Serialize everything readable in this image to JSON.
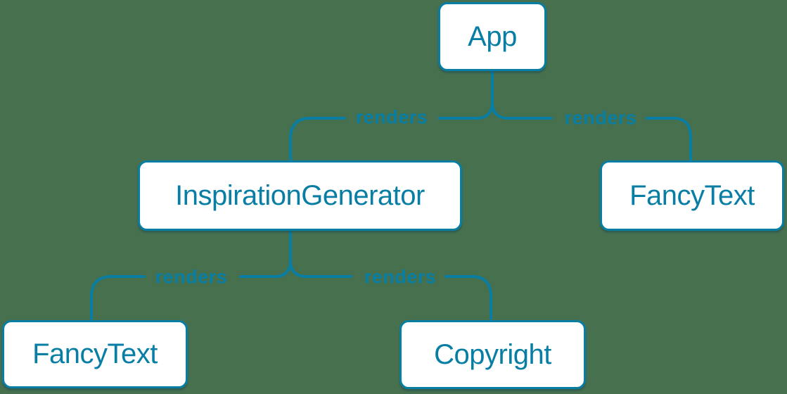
{
  "colors": {
    "background": "#47704e",
    "accent": "#087ea4",
    "node_fill": "#ffffff"
  },
  "diagram": {
    "title": "component-render-tree",
    "nodes": [
      {
        "id": "app",
        "label": "App"
      },
      {
        "id": "inspiration-generator",
        "label": "InspirationGenerator"
      },
      {
        "id": "fancy-text-right",
        "label": "FancyText"
      },
      {
        "id": "fancy-text-left",
        "label": "FancyText"
      },
      {
        "id": "copyright",
        "label": "Copyright"
      }
    ],
    "edges": [
      {
        "from": "App",
        "to": "InspirationGenerator",
        "label": "renders"
      },
      {
        "from": "App",
        "to": "FancyText",
        "label": "renders"
      },
      {
        "from": "InspirationGenerator",
        "to": "FancyText",
        "label": "renders"
      },
      {
        "from": "InspirationGenerator",
        "to": "Copyright",
        "label": "renders"
      }
    ]
  }
}
